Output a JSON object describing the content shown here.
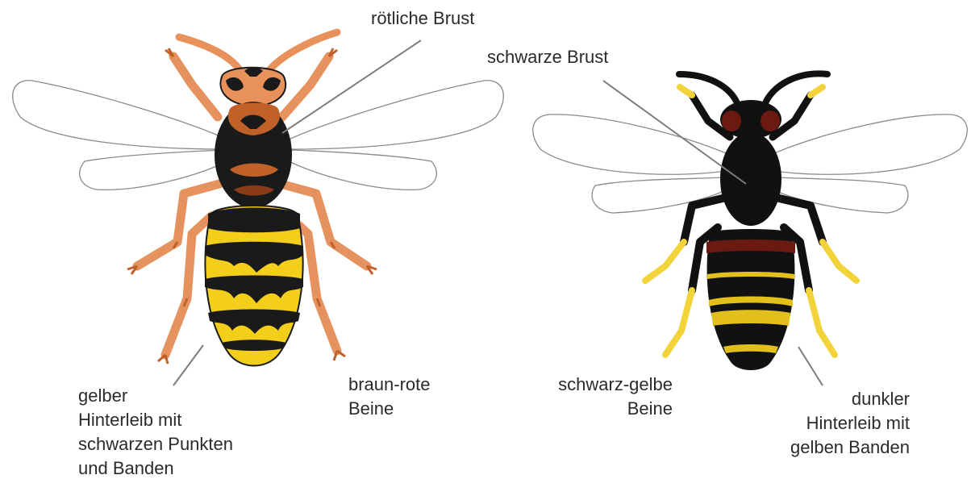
{
  "labels": {
    "european_chest": "rötliche Brust",
    "asian_chest": "schwarze Brust",
    "european_abdomen": [
      "gelber",
      "Hinterleib mit",
      "schwarzen Punkten",
      "und Banden"
    ],
    "european_legs": [
      "braun-rote",
      "Beine"
    ],
    "asian_legs": [
      "schwarz-gelbe",
      "Beine"
    ],
    "asian_abdomen": [
      "dunkler",
      "Hinterleib mit",
      "gelben Banden"
    ]
  },
  "colors": {
    "european_head": "#e8915a",
    "european_thorax_accent": "#c0612a",
    "european_legs": "#e6925e",
    "european_abdomen_yellow": "#f3cf1c",
    "asian_body": "#111111",
    "asian_eyes": "#6b1a12",
    "asian_abdomen_band": "#e2bf1a",
    "asian_legs_yellow": "#f2d43a",
    "wing_fill": "#ffffff",
    "wing_stroke": "#8a8a8a",
    "pointer_line": "#7d7d7d",
    "text": "#2b2b2b"
  }
}
